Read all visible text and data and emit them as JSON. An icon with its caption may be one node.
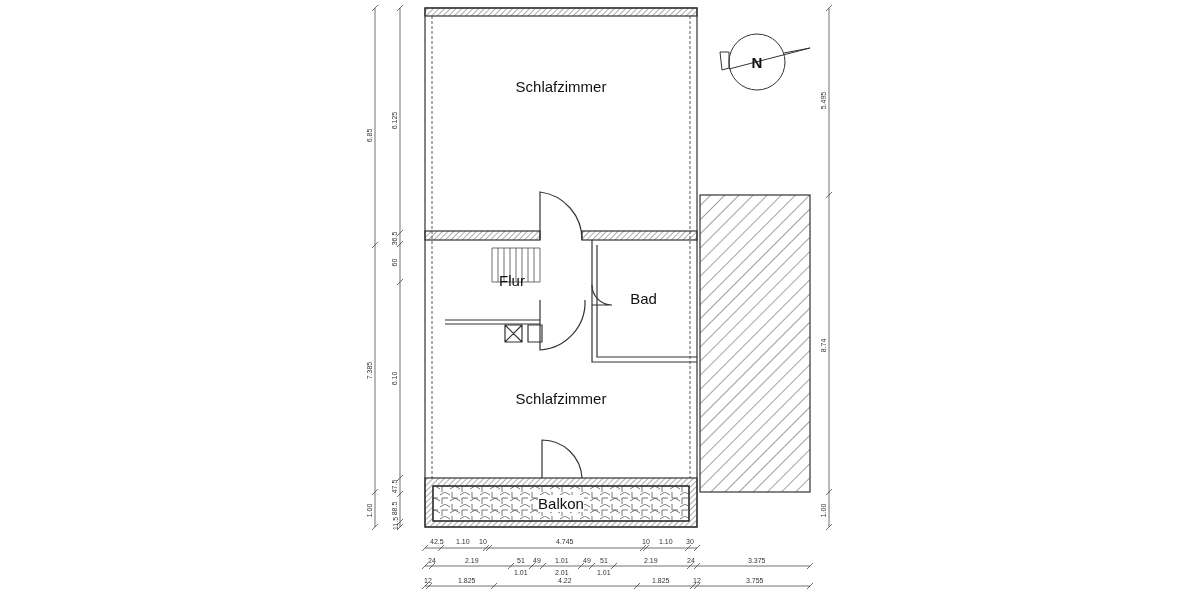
{
  "diagram": {
    "nodes": [
      {
        "text": [
          "Schlafzimmer"
        ]
      },
      {
        "text": [
          "Flur"
        ]
      },
      {
        "text": [
          "Bad"
        ]
      },
      {
        "text": [
          "Schlafzimmer"
        ]
      },
      {
        "text": [
          "Balkon"
        ]
      }
    ],
    "labels": [
      "N",
      "6.85",
      "7.385",
      "1.00",
      "6.125",
      "36.5",
      "60",
      "6.10",
      "47.5",
      "88.5",
      "11.5",
      "5.495",
      "8.74",
      "1.00",
      "42.5",
      "1.10",
      "10",
      "4.745",
      "10",
      "1.10",
      "30",
      "24",
      "2.19",
      "51",
      "1.01",
      "49",
      "1.01",
      "2.01",
      "49",
      "51",
      "1.01",
      "2.19",
      "24",
      "3.375",
      "12",
      "1.825",
      "4.22",
      "1.825",
      "12",
      "3.755"
    ]
  }
}
